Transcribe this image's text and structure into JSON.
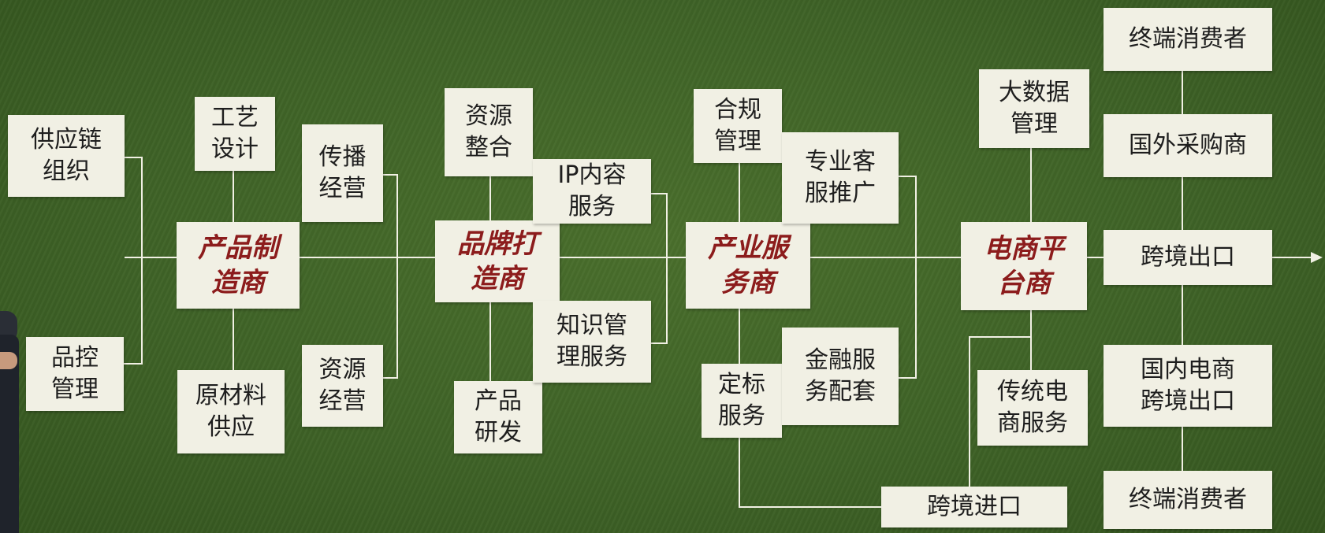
{
  "colors": {
    "background": "#3f6327",
    "box_fill": "#f1f0e4",
    "box_text": "#1e1e1e",
    "hub_text": "#8c1c1c",
    "line": "#f1f0e4"
  },
  "hubs": {
    "product_manufacturer": "产品制\n造商",
    "brand_builder": "品牌打\n造商",
    "industry_service_provider": "产业服\n务商",
    "ecommerce_platform": "电商平\n台商"
  },
  "nodes": {
    "supply_chain": "供应链\n组织",
    "quality_control": "品控\n管理",
    "process_design": "工艺\n设计",
    "raw_material": "原材料\n供应",
    "communication_ops": "传播\n经营",
    "resource_ops": "资源\n经营",
    "resource_integration": "资源\n整合",
    "product_rd": "产品\n研发",
    "ip_content": "IP内容\n服务",
    "ip_management": "知识管\n理服务",
    "compliance": "合规\n管理",
    "pro_promotion": "专业客\n服推广",
    "standard_service": "定标\n服务",
    "finance": "金融服\n务配套",
    "big_data": "大数据\n管理",
    "traditional_ecommerce": "传统电\n商服务",
    "cross_border_import": "跨境进口",
    "consumer_top": "终端消费者",
    "foreign_buyer": "国外采购商",
    "cross_border_export": "跨境出口",
    "domestic_ecommerce_export": "国内电商\n跨境出口",
    "consumer_bottom": "终端消费者"
  }
}
